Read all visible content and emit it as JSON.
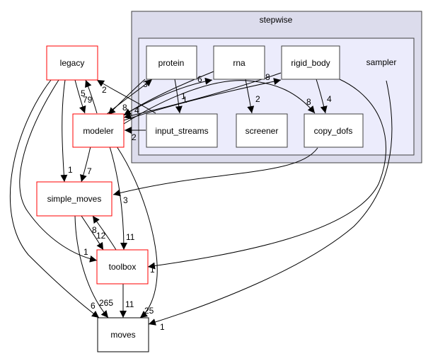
{
  "title": "stepwise dependency graph",
  "colors": {
    "outer_cluster_fill": "#dcdcec",
    "outer_cluster_stroke": "#404040",
    "inner_cluster_fill": "#ececfc",
    "inner_cluster_stroke": "#404040",
    "internal_node_stroke": "#404040",
    "external_node_stroke": "#ff0000",
    "plain_node_stroke": "#000000",
    "edge": "#000000"
  },
  "clusters": {
    "outer": {
      "label": "stepwise"
    },
    "inner": {
      "label": "sampler"
    }
  },
  "nodes": {
    "legacy": {
      "label": "legacy",
      "kind": "external"
    },
    "modeler": {
      "label": "modeler",
      "kind": "external"
    },
    "simple_moves": {
      "label": "simple_moves",
      "kind": "external"
    },
    "toolbox": {
      "label": "toolbox",
      "kind": "external"
    },
    "moves": {
      "label": "moves",
      "kind": "plain"
    },
    "protein": {
      "label": "protein",
      "kind": "internal"
    },
    "rna": {
      "label": "rna",
      "kind": "internal"
    },
    "rigid_body": {
      "label": "rigid_body",
      "kind": "internal"
    },
    "input_streams": {
      "label": "input_streams",
      "kind": "internal"
    },
    "screener": {
      "label": "screener",
      "kind": "internal"
    },
    "copy_dofs": {
      "label": "copy_dofs",
      "kind": "internal"
    }
  },
  "edges": [
    {
      "from": "legacy",
      "to": "modeler",
      "label": "79"
    },
    {
      "from": "modeler",
      "to": "legacy",
      "label": "5"
    },
    {
      "from": "input_streams",
      "to": "legacy",
      "label": "2"
    },
    {
      "from": "legacy",
      "to": "simple_moves",
      "label": "1"
    },
    {
      "from": "legacy",
      "to": "toolbox",
      "label": "1"
    },
    {
      "from": "legacy",
      "to": "moves",
      "label": "6"
    },
    {
      "from": "modeler",
      "to": "protein",
      "label": "3"
    },
    {
      "from": "protein",
      "to": "modeler",
      "label": "8"
    },
    {
      "from": "modeler",
      "to": "rna",
      "label": "6"
    },
    {
      "from": "rna",
      "to": "modeler",
      "label": "4"
    },
    {
      "from": "modeler",
      "to": "rigid_body",
      "label": "8"
    },
    {
      "from": "rigid_body",
      "to": "modeler",
      "label": "1"
    },
    {
      "from": "input_streams",
      "to": "modeler",
      "label": "2"
    },
    {
      "from": "modeler",
      "to": "copy_dofs",
      "label": "8"
    },
    {
      "from": "modeler",
      "to": "simple_moves",
      "label": "7"
    },
    {
      "from": "modeler",
      "to": "toolbox",
      "label": "11"
    },
    {
      "from": "modeler",
      "to": "moves",
      "label": "25"
    },
    {
      "from": "protein",
      "to": "input_streams",
      "label": "1"
    },
    {
      "from": "rna",
      "to": "screener",
      "label": "2"
    },
    {
      "from": "rigid_body",
      "to": "copy_dofs",
      "label": "4"
    },
    {
      "from": "rigid_body",
      "to": "toolbox",
      "label": "1"
    },
    {
      "from": "copy_dofs",
      "to": "simple_moves",
      "label": "3"
    },
    {
      "from": "simple_moves",
      "to": "toolbox",
      "label": "12"
    },
    {
      "from": "toolbox",
      "to": "simple_moves",
      "label": "8"
    },
    {
      "from": "simple_moves",
      "to": "moves",
      "label": "265"
    },
    {
      "from": "toolbox",
      "to": "moves",
      "label": "11"
    },
    {
      "from": "sampler",
      "to": "moves",
      "label": "1"
    }
  ]
}
